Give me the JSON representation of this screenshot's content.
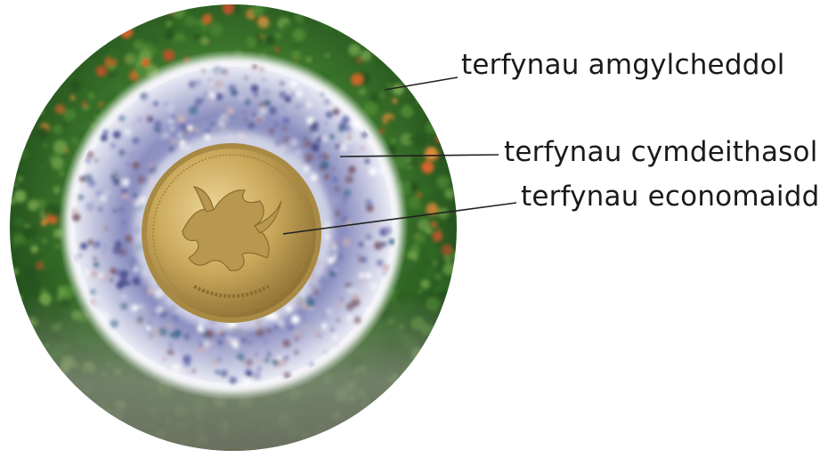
{
  "diagram": {
    "labels": {
      "environmental": "terfynau amgylcheddol",
      "social": "terfynau cymdeithasol",
      "economic": "terfynau economaidd"
    },
    "colors": {
      "background": "#ffffff",
      "text": "#1a1a1a",
      "leader_line": "#222222",
      "forest_green": "#3f7a2e",
      "autumn_orange": "#d9652a",
      "stone_grey": "#8a8f80",
      "crowd_blue": "#6a6fae",
      "coin_gold": "#c9a85a"
    },
    "icons": [
      "welsh-dragon-coin-icon",
      "forest-ring-icon",
      "crowd-ring-icon"
    ]
  }
}
